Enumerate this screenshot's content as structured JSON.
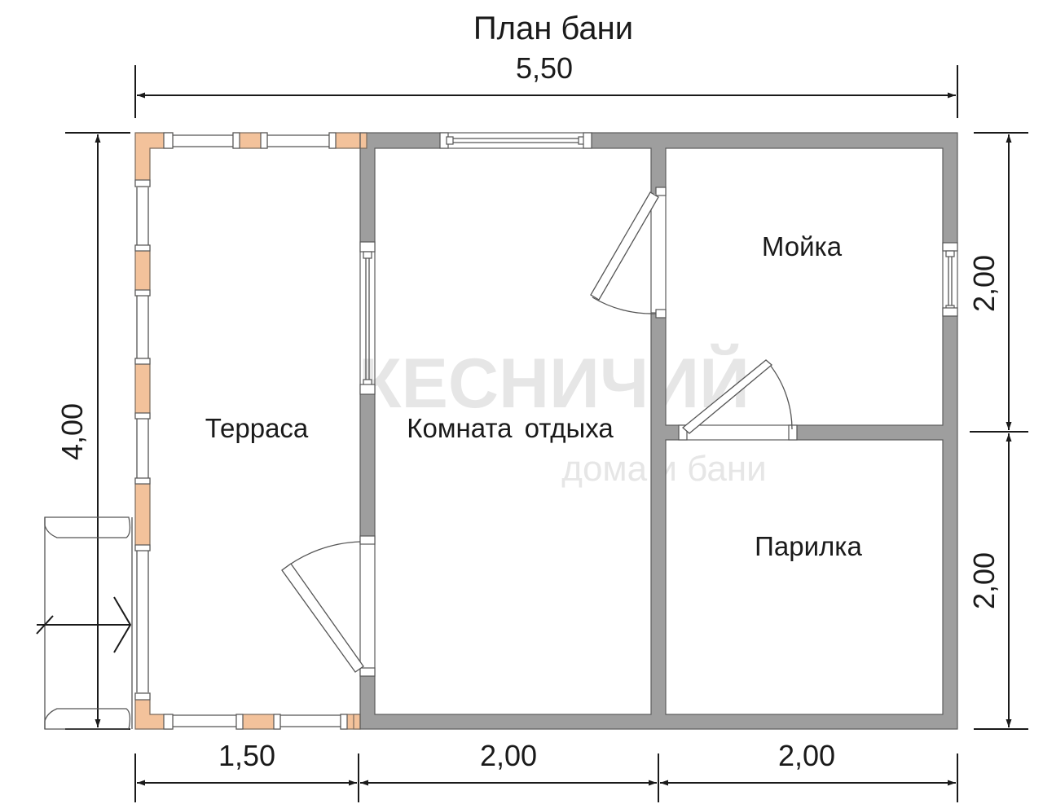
{
  "title": "План бани",
  "dimensions": {
    "overall_width": "5,50",
    "overall_depth": "4,00",
    "terrace_width": "1,50",
    "rest_room_width": "2,00",
    "steam_block_width": "2,00",
    "wash_room_depth": "2,00",
    "steam_room_depth": "2,00"
  },
  "rooms": {
    "terrace": "Терраса",
    "rest_room": "Комната отдыха",
    "wash_room": "Мойка",
    "steam_room": "Парилка"
  },
  "watermark": {
    "brand": "КЕСНИЧИЙ",
    "tagline": "дома и бани"
  },
  "colors": {
    "wall": "#9e9e9e",
    "post": "#f3c29b",
    "line": "#1a1a1a"
  }
}
